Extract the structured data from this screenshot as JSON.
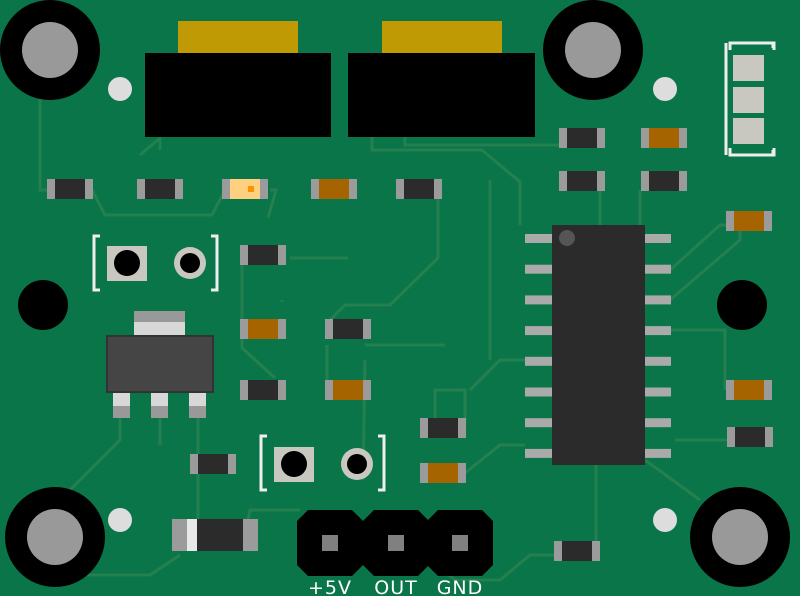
{
  "header_pins": [
    {
      "label": "+5V"
    },
    {
      "label": "OUT"
    },
    {
      "label": "GND"
    }
  ],
  "colors": {
    "board": "#0a7548",
    "trace": "#24804f",
    "connector_gold": "#c09a05",
    "resistor_dark": "#2b2b2b",
    "capacitor_orange": "#a56400",
    "led": "#ffd080",
    "pad": "#9b9b9b"
  }
}
